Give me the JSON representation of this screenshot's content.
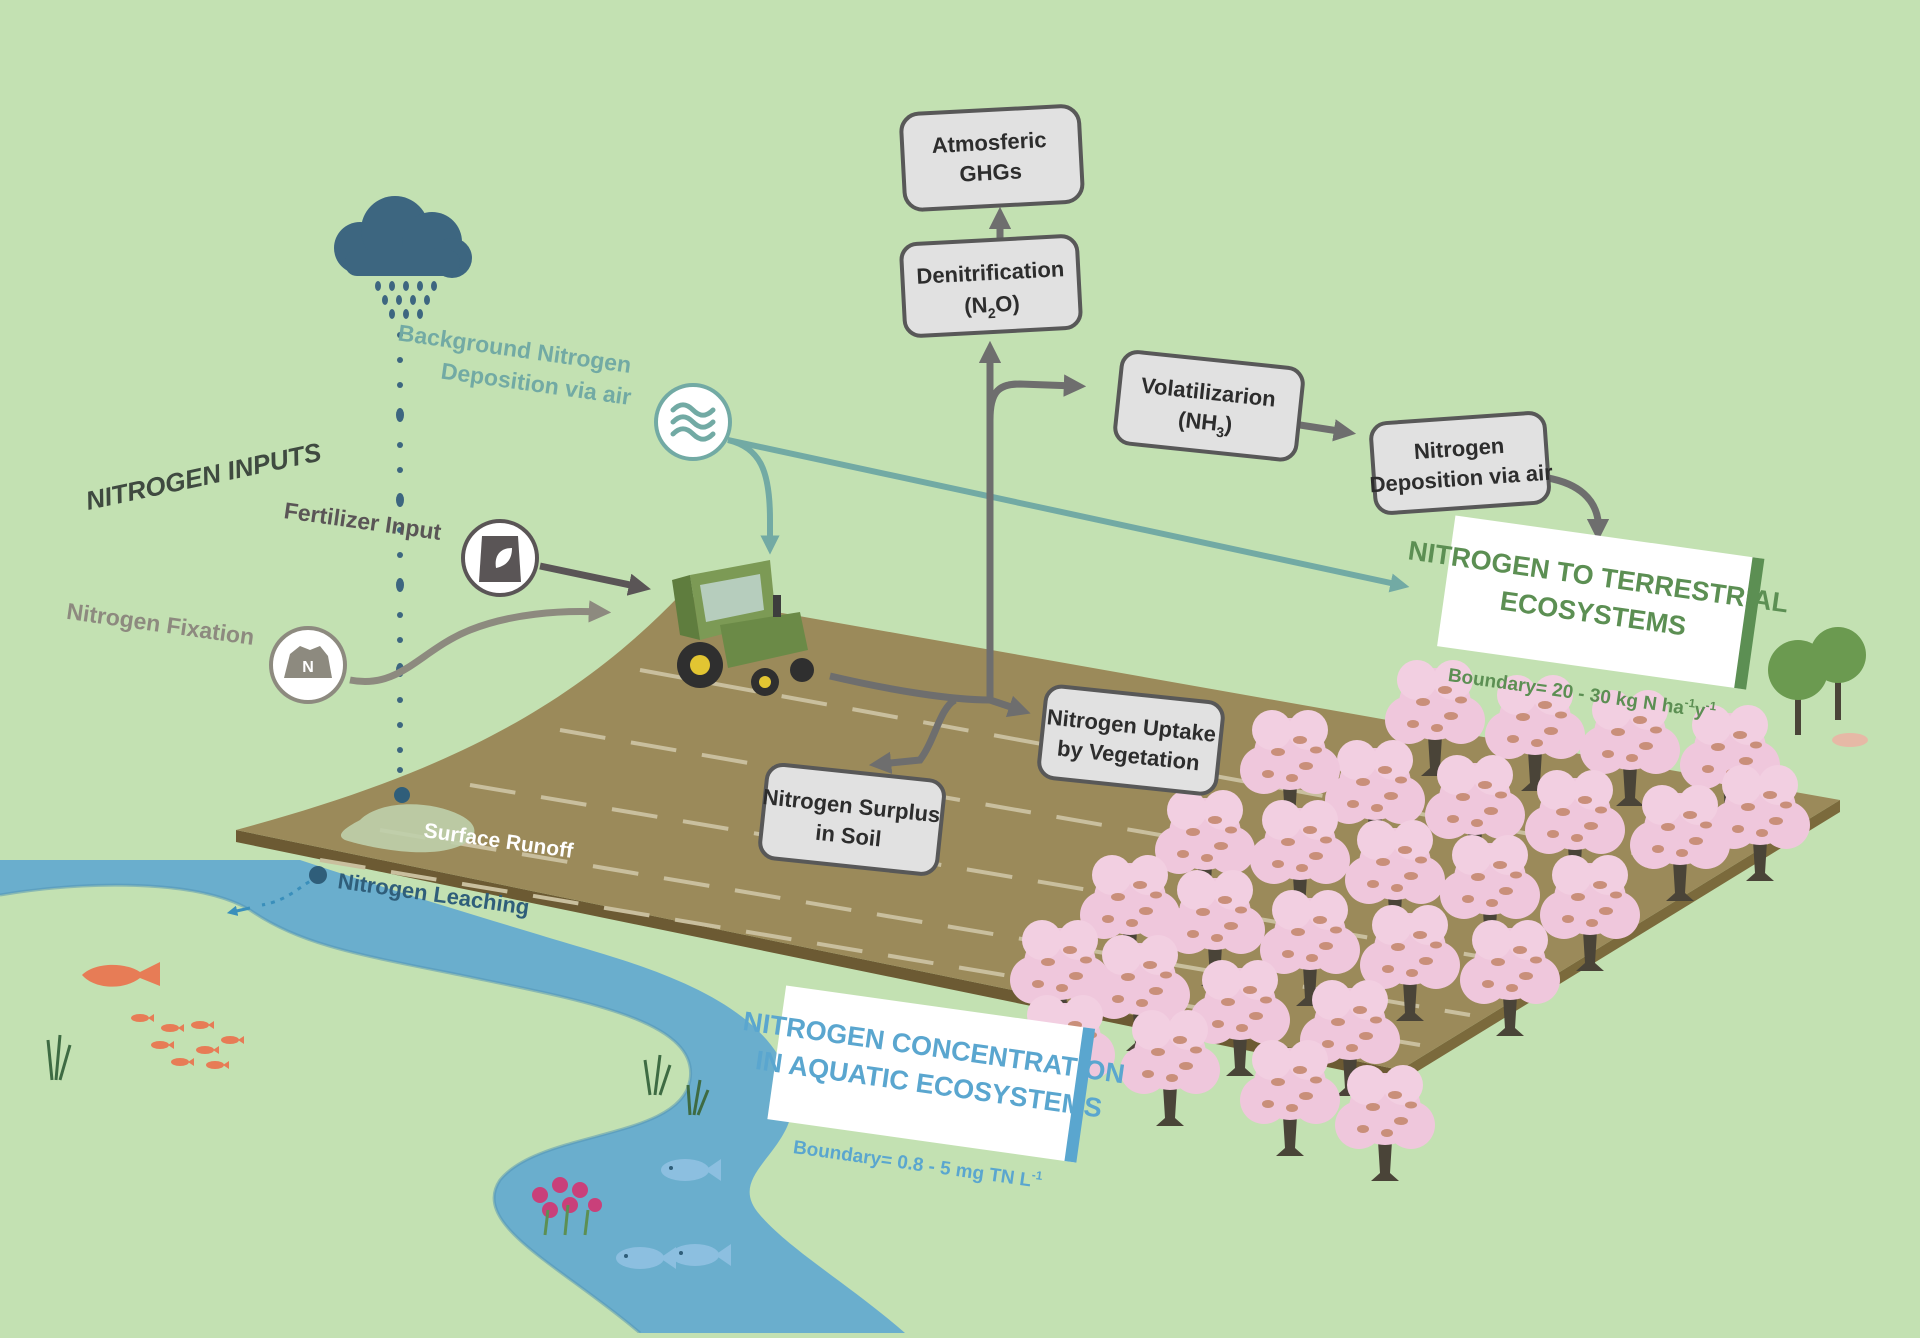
{
  "labels": {
    "nitrogen_inputs": "NITROGEN INPUTS",
    "background_deposition_1": "Background Nitrogen",
    "background_deposition_2": "Deposition via air",
    "fertilizer_input": "Fertilizer Input",
    "nitrogen_fixation": "Nitrogen Fixation",
    "surface_runoff": "Surface Runoff",
    "nitrogen_leaching": "Nitrogen Leaching",
    "fixation_icon_letter": "N"
  },
  "process_boxes": {
    "ghg_1": "Atmosferic",
    "ghg_2": "GHGs",
    "denit_1": "Denitrification",
    "denit_2a": "(N",
    "denit_sub": "2",
    "denit_2b": "O)",
    "volat_1": "Volatilizarion",
    "volat_2a": "(NH",
    "volat_sub": "3",
    "volat_2b": ")",
    "deposition_1": "Nitrogen",
    "deposition_2": "Deposition via air",
    "uptake_1": "Nitrogen Uptake",
    "uptake_2": "by Vegetation",
    "surplus_1": "Nitrogen Surplus",
    "surplus_2": "in Soil"
  },
  "terrestrial": {
    "title_1": "NITROGEN TO TERRESTRIAL",
    "title_2": "ECOSYSTEMS",
    "boundary_prefix": "Boundary= 20 - 30 kg N ha",
    "boundary_sup1": "-1",
    "boundary_mid": "y",
    "boundary_sup2": "-1"
  },
  "aquatic": {
    "title_1": "NITROGEN CONCENTRATION",
    "title_2": "IN AQUATIC ECOSYSTEMS",
    "boundary_prefix": "Boundary= 0.8 - 5 mg TN L",
    "boundary_sup": "-1"
  },
  "colors": {
    "background": "#c3e1b2",
    "field": "#9b8a5a",
    "water": "#6aaecd",
    "deposition_teal": "#72aaa4",
    "fertilizer_gray": "#5a5556",
    "fixation_gray": "#8d8a7f",
    "leaching_blue": "#2f5e7a",
    "process_gray": "#6e6e6e",
    "terrestrial_green": "#5c8f53",
    "aquatic_blue": "#5aa6cf",
    "blossom_pink": "#efc7dc"
  }
}
